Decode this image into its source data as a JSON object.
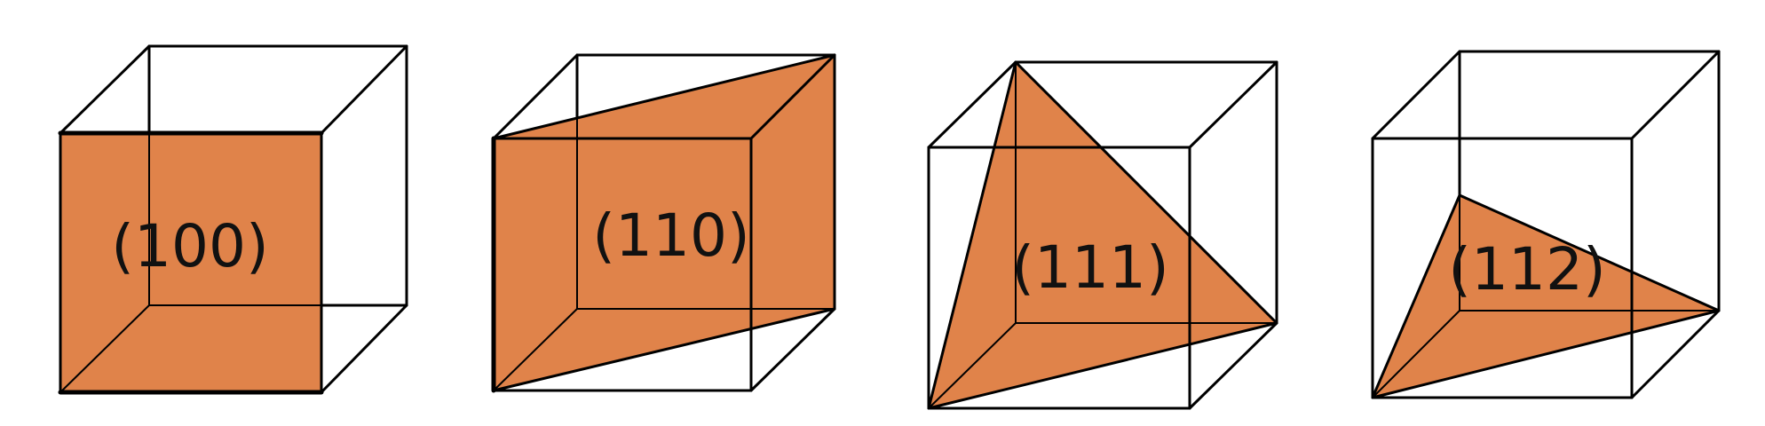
{
  "plane_color": "#e0834a",
  "edge_color": "#000000",
  "cubes": [
    {
      "id": "cube-100",
      "label": "(100)"
    },
    {
      "id": "cube-110",
      "label": "(110)"
    },
    {
      "id": "cube-111",
      "label": "(111)"
    },
    {
      "id": "cube-112",
      "label": "(112)"
    }
  ]
}
